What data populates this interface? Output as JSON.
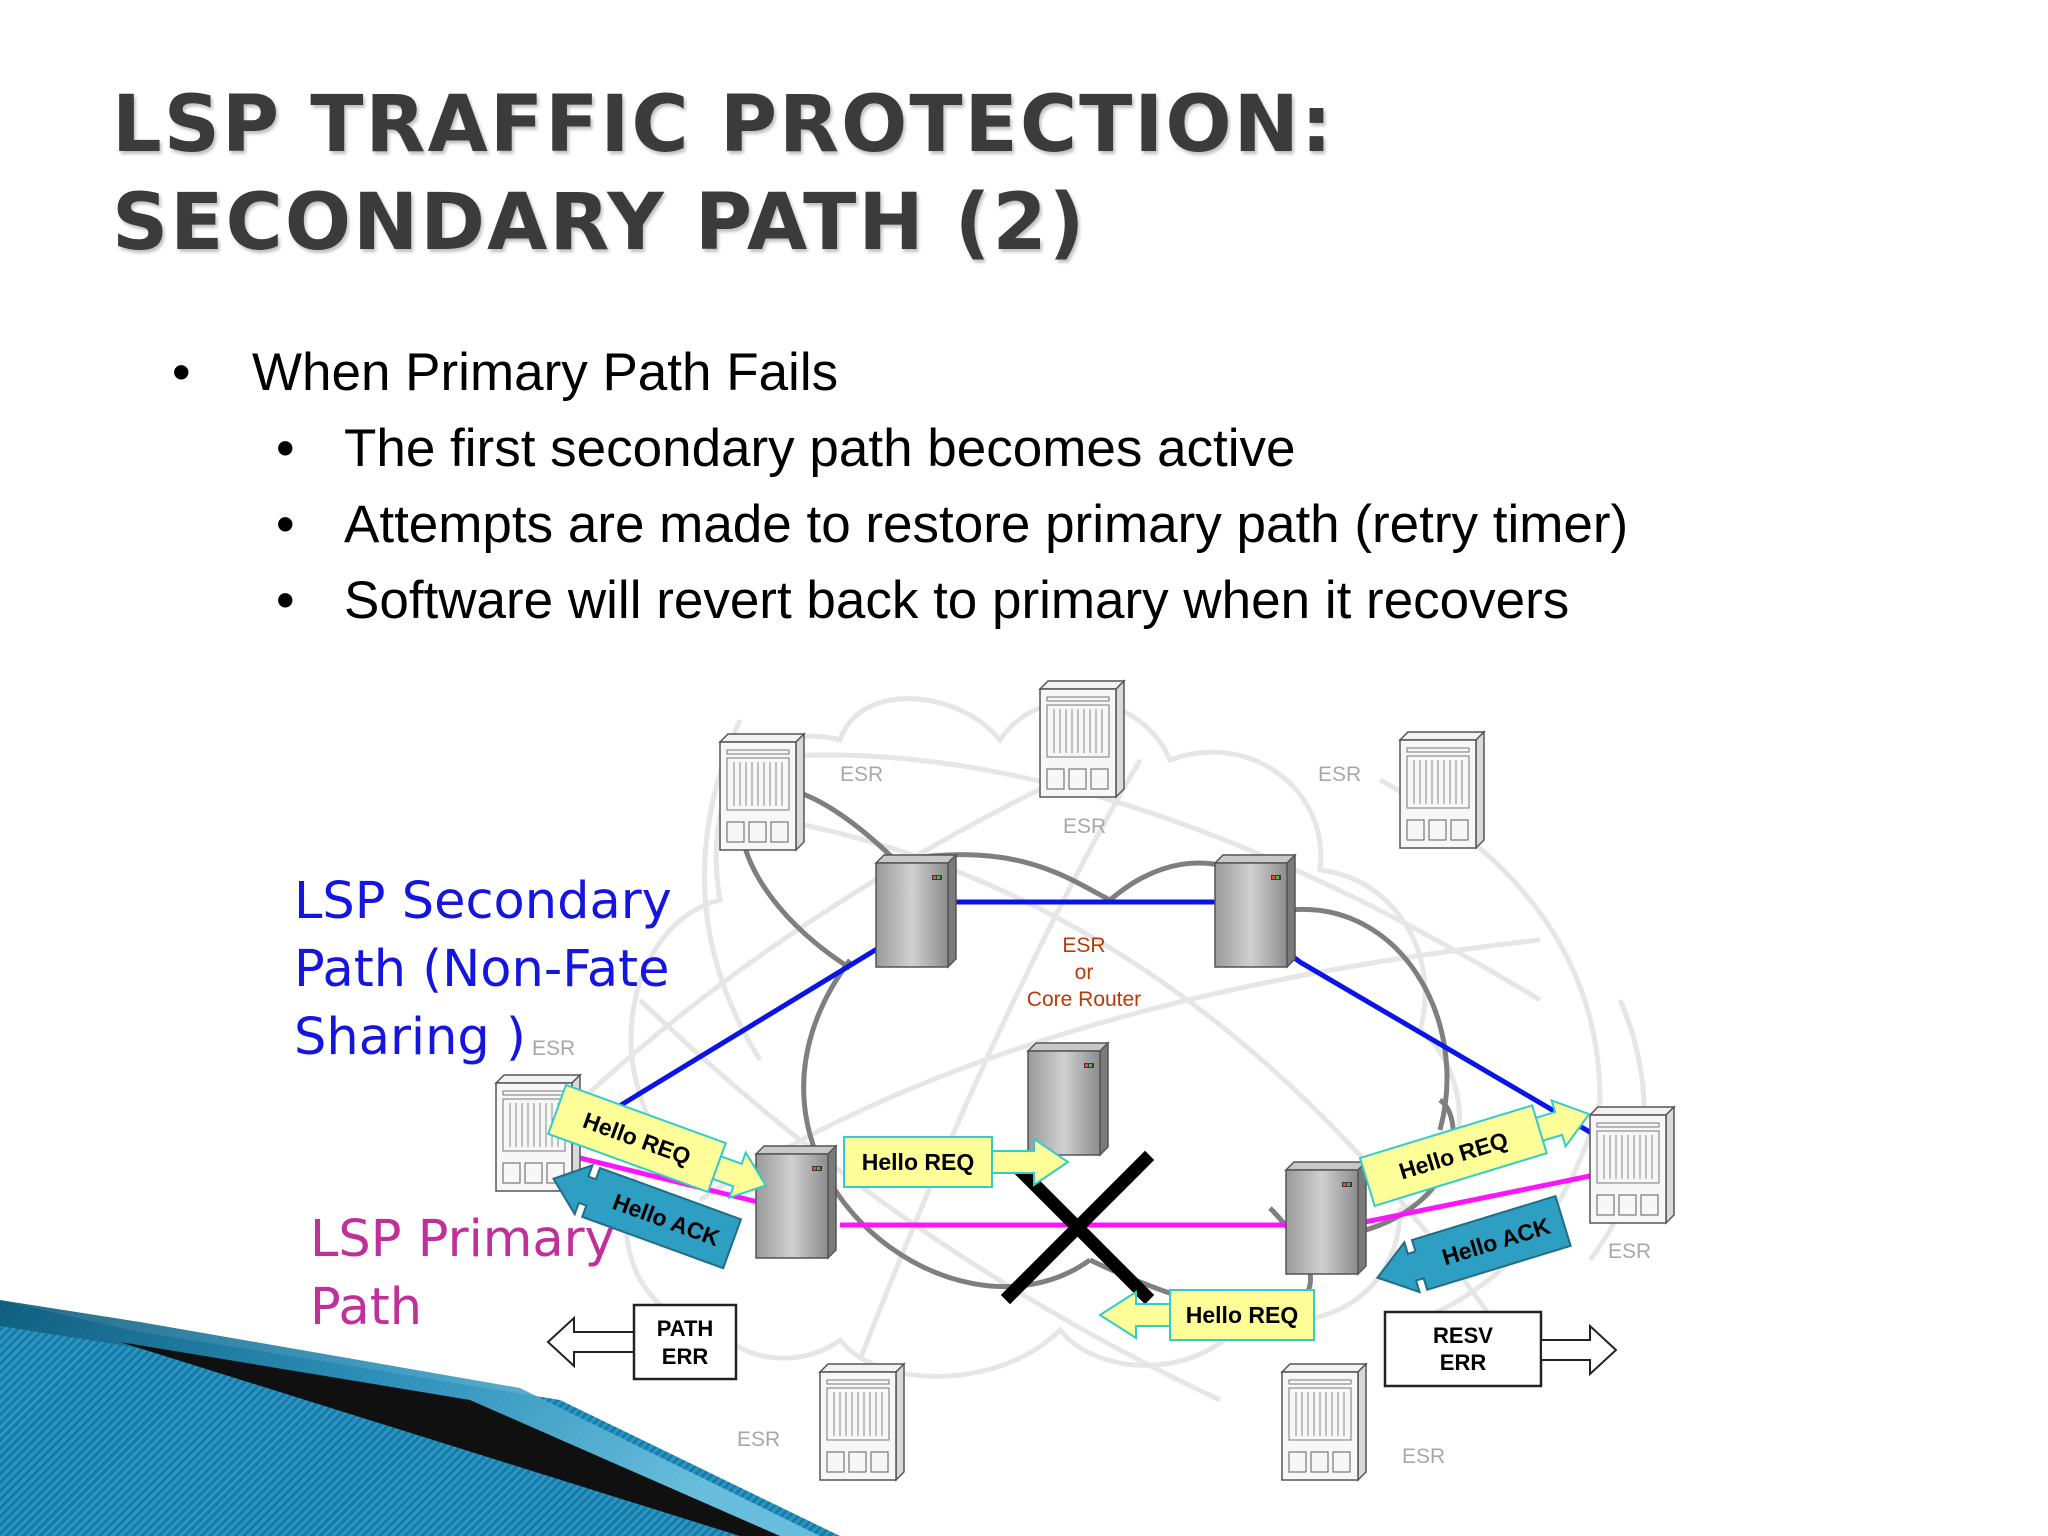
{
  "slide": {
    "title": "LSP TRAFFIC PROTECTION: SECONDARY PATH (2)",
    "bullets": [
      {
        "text": "When Primary Path Fails",
        "level": 1
      },
      {
        "text": "The first secondary path becomes active",
        "level": 2
      },
      {
        "text": "Attempts are made to restore primary path (retry timer)",
        "level": 2
      },
      {
        "text": "Software will revert back to primary when it recovers",
        "level": 2
      }
    ]
  },
  "diagram": {
    "secondary_label": [
      "LSP Secondary",
      "Path (Non-Fate",
      "Sharing )"
    ],
    "primary_label": [
      "LSP Primary",
      "Path"
    ],
    "core_label": [
      "ESR",
      "or",
      "Core Router"
    ],
    "esr_label": "ESR",
    "hello_req": "Hello REQ",
    "hello_ack": "Hello ACK",
    "path_err": [
      "PATH",
      "ERR"
    ],
    "resv_err": [
      "RESV",
      "ERR"
    ],
    "colors": {
      "secondary": "#0a14e6",
      "primary": "#ff14ff",
      "primary_text": "#c0309a",
      "secondary_text": "#1515e0",
      "core_text": "#b83a0a",
      "hello_req_fill": "#ffff99",
      "hello_ack_fill": "#2e9ec2",
      "arrow_fill": "#ffff99",
      "arrow_stroke": "#33cccc",
      "esr_text": "#a8a8a8"
    }
  }
}
